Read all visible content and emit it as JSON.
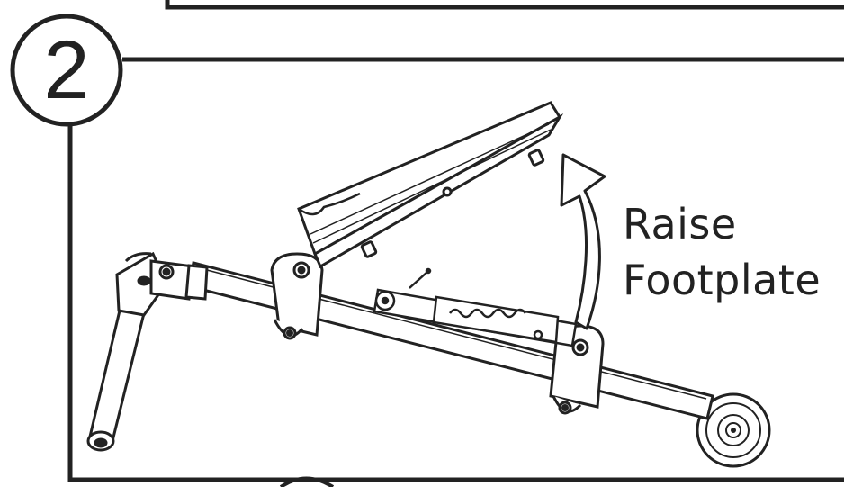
{
  "step": {
    "number": "2"
  },
  "instruction": {
    "line1": "Raise",
    "line2": "Footplate"
  },
  "colors": {
    "ink": "#222222",
    "paper": "#ffffff"
  }
}
